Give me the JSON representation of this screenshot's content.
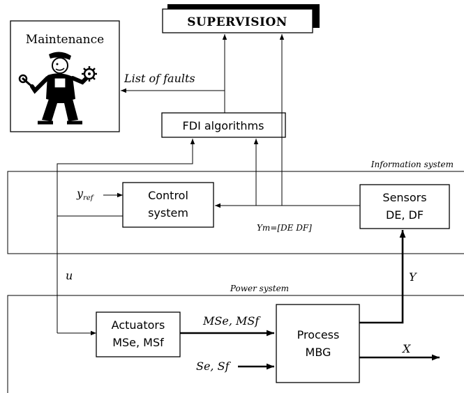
{
  "supervision": "SUPERVISION",
  "maintenance": "Maintenance",
  "list_of_faults": "List of faults",
  "fdi": "FDI algorithms",
  "information_system": "Information system",
  "power_system": "Power system",
  "control_line1": "Control",
  "control_line2": "system",
  "sensors_line1": "Sensors",
  "sensors_line2": "DE, DF",
  "yref": "y",
  "yref_sub": "ref",
  "ym": "Ym=[DE   DF]",
  "u": "u",
  "Y": "Y",
  "actuators_line1": "Actuators",
  "actuators_line2": "MSe, MSf",
  "mse_msf": "MSe, MSf",
  "process_line1": "Process",
  "process_line2": "MBG",
  "se_sf": "Se, Sf",
  "X": "X",
  "icon": "mechanic-icon"
}
